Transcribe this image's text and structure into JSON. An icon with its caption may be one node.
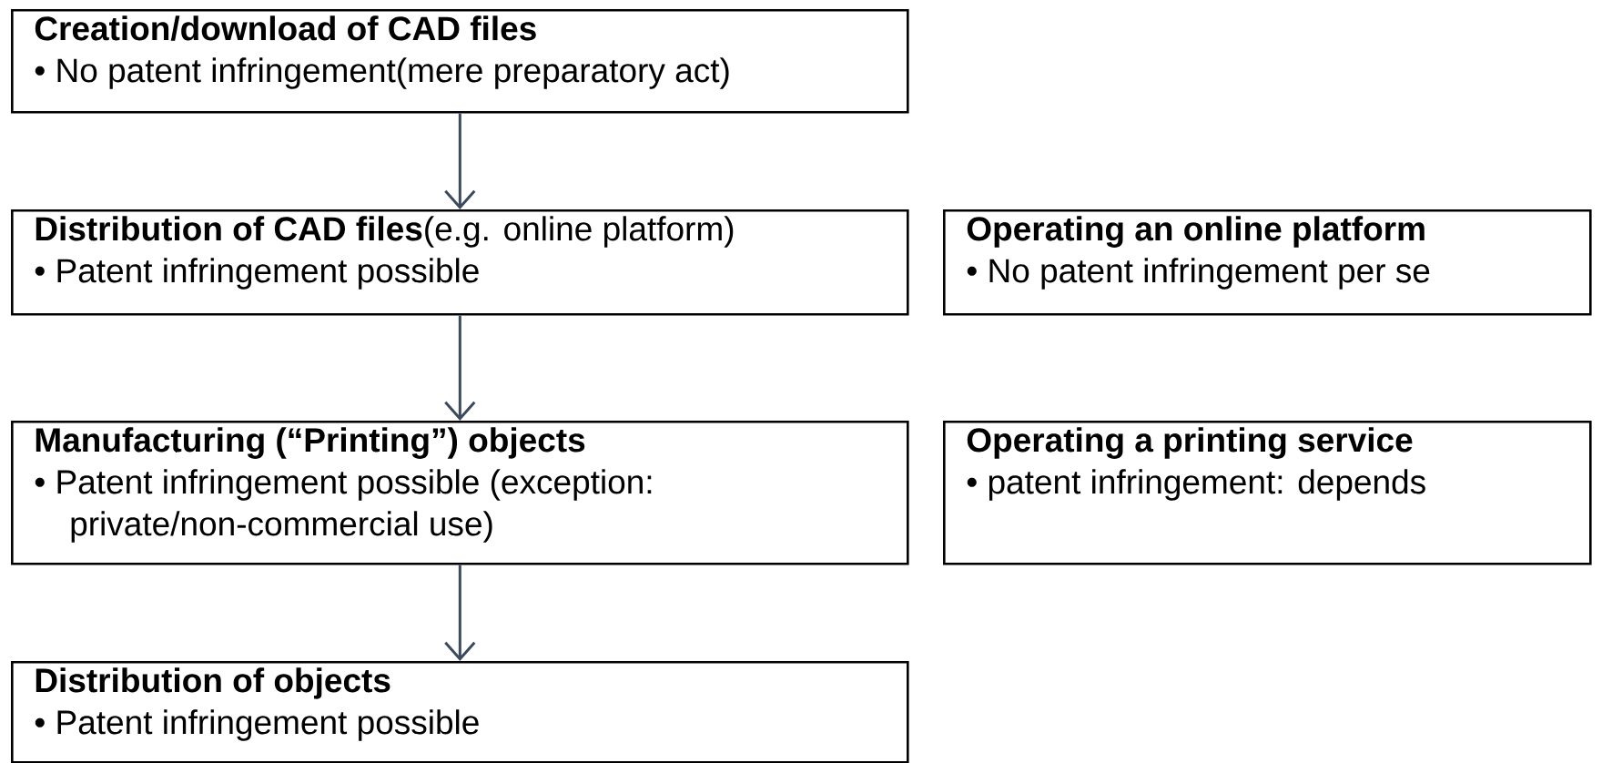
{
  "diagram": {
    "nodes": [
      {
        "text": [
          "Creation/download of CAD files",
          "• No patent infringement(mere preparatory act)"
        ]
      },
      {
        "text": [
          "**Distribution of CAD files**(e.g. online platform)",
          "• Patent infringement possible"
        ]
      },
      {
        "text": [
          "Operating an online platform",
          "• No patent infringement per se"
        ]
      },
      {
        "text": [
          "Manufacturing (“Printing”) objects",
          "• Patent infringement possible (exception: private/non-commercial use)"
        ]
      },
      {
        "text": [
          "Operating a printing service",
          "• patent infringement: depends"
        ]
      },
      {
        "text": [
          "Distribution of objects",
          "• Patent infringement possible"
        ]
      }
    ],
    "edges": [
      {
        "from": 0,
        "to": 1,
        "arrow": "to"
      },
      {
        "from": 1,
        "to": 3,
        "arrow": "to"
      },
      {
        "from": 3,
        "to": 5,
        "arrow": "to"
      }
    ]
  }
}
